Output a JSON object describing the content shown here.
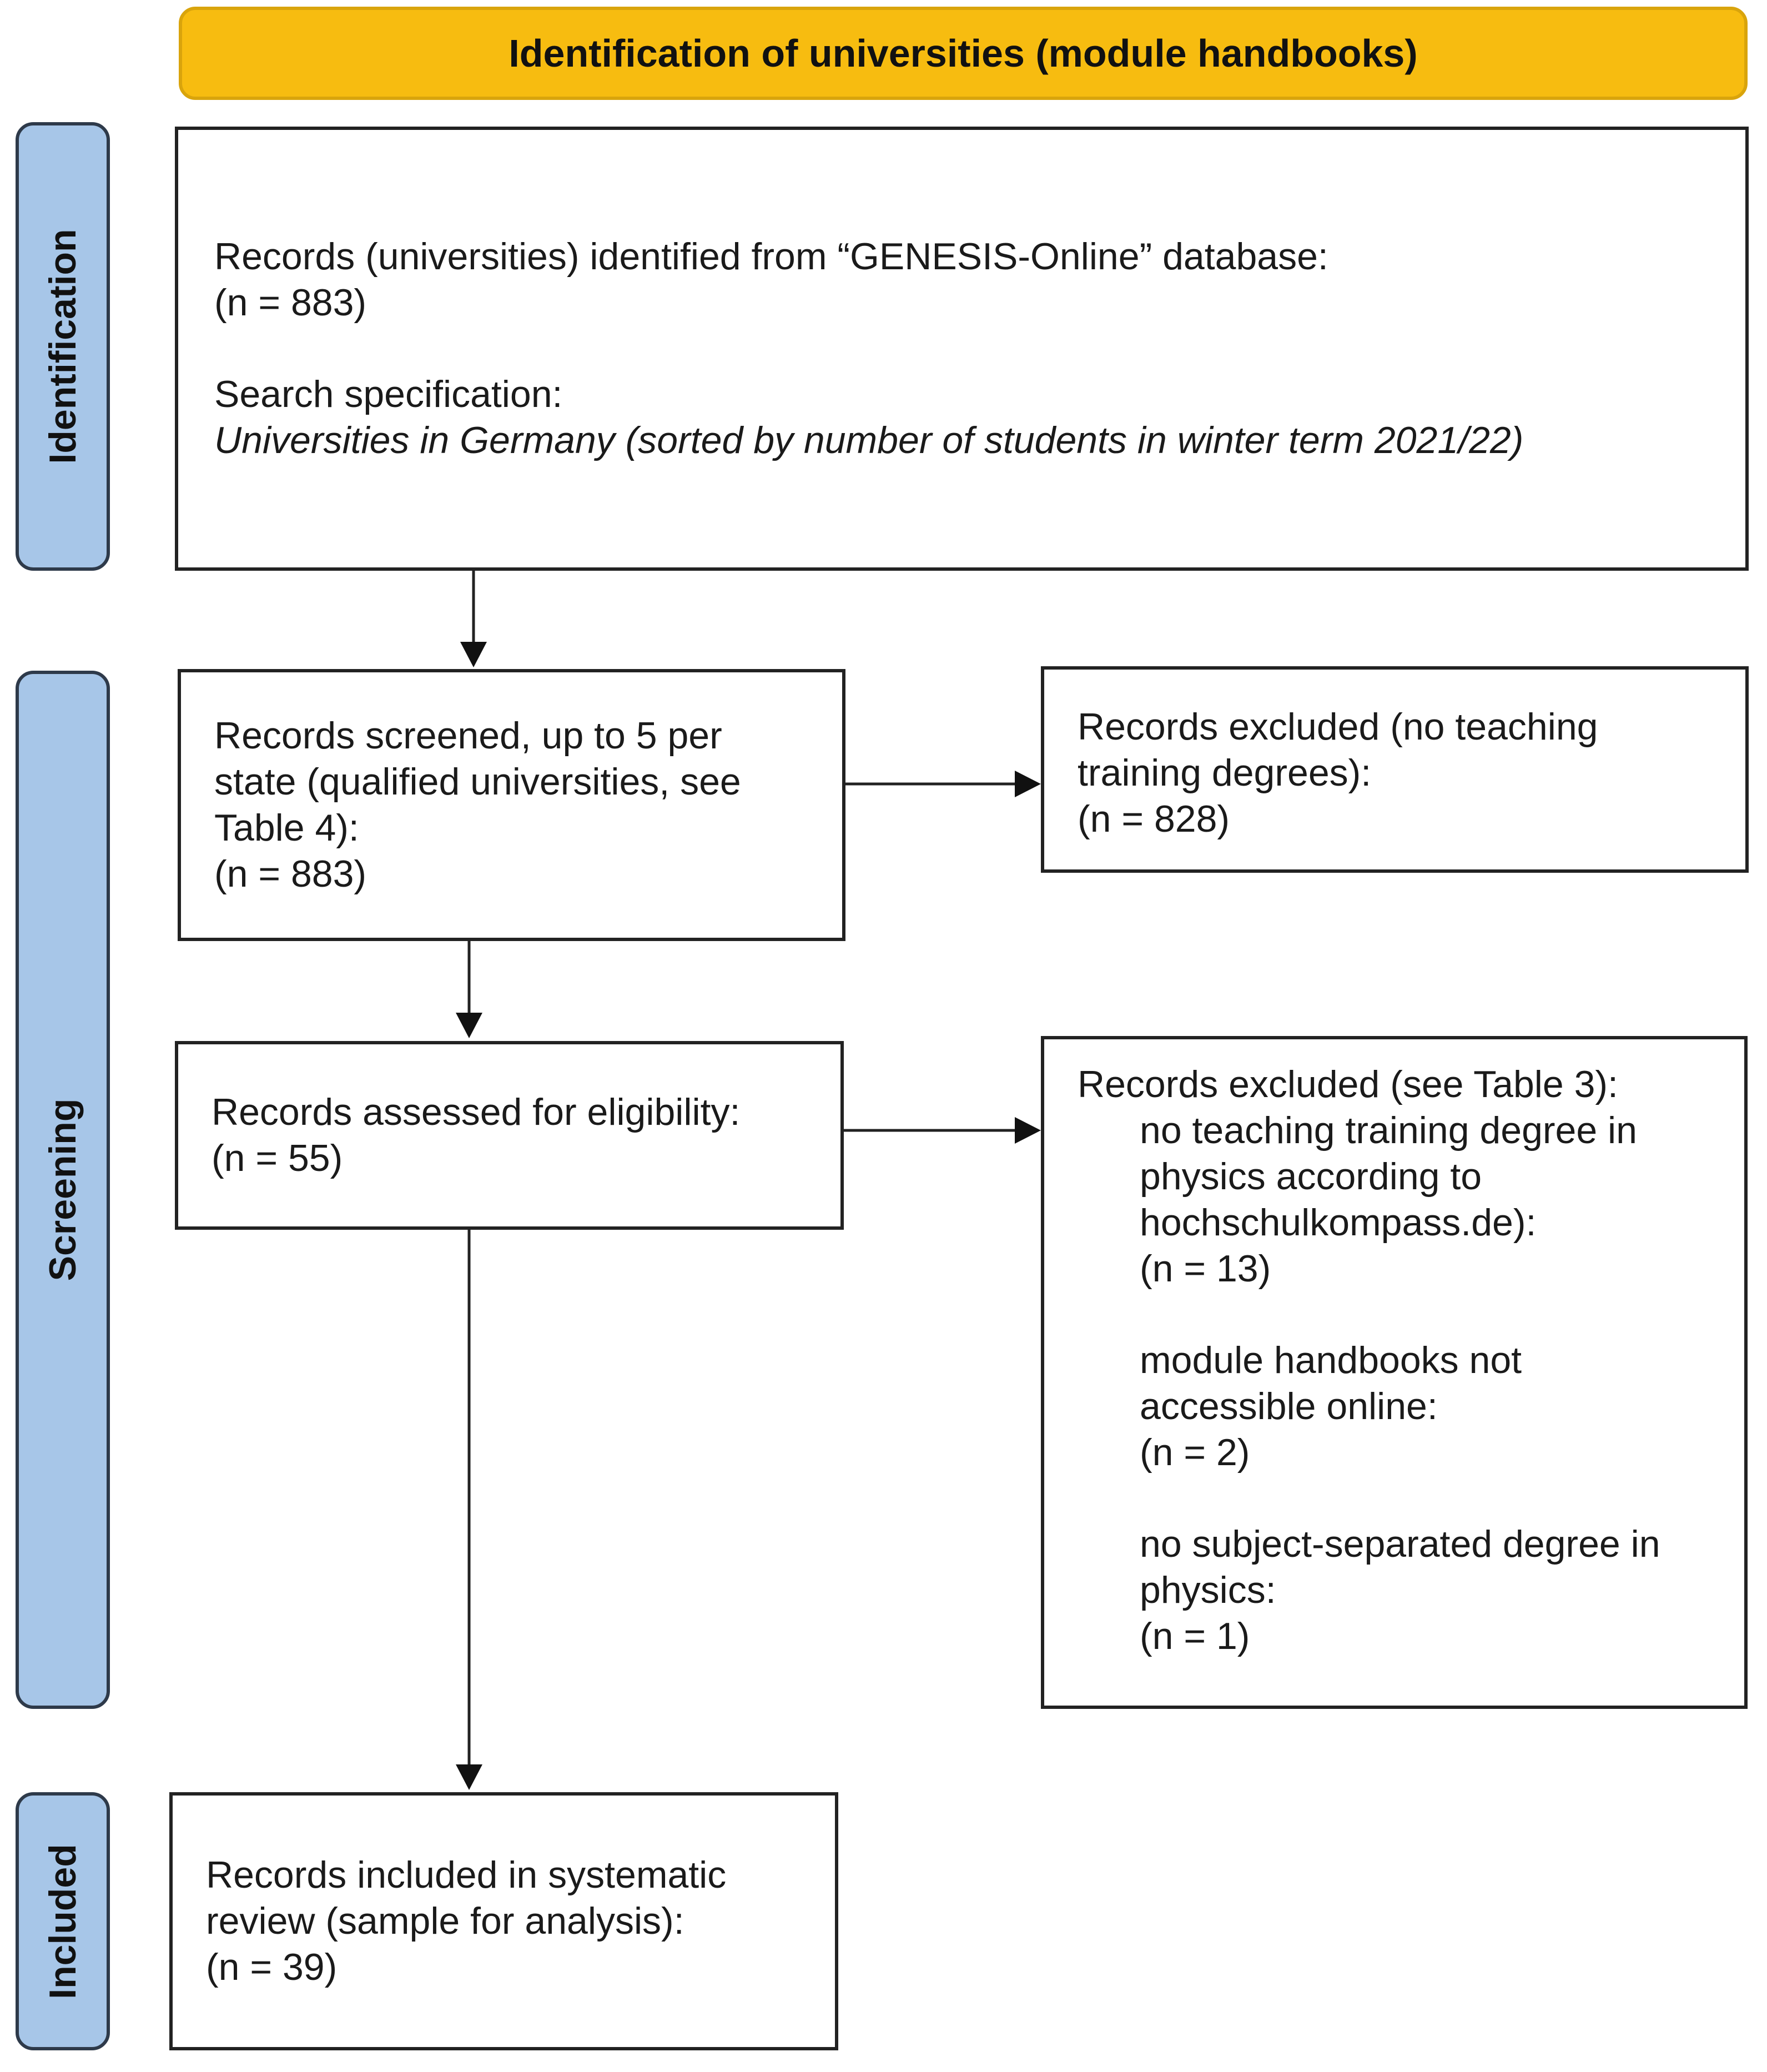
{
  "header": {
    "title": "Identification of universities (module handbooks)",
    "color": "#f7bc10"
  },
  "phases": {
    "identification": "Identification",
    "screening": "Screening",
    "included": "Included",
    "color": "#a7c6e8"
  },
  "identification_box": {
    "line1": "Records (universities) identified from “GENESIS-Online” database:",
    "line2": "(n = 883)",
    "line3": "Search specification:",
    "line4": "Universities in Germany (sorted by number of students in winter term 2021/22)"
  },
  "screened_box": {
    "line1": "Records screened, up to 5 per",
    "line2": "state (qualified universities, see",
    "line3": "Table 4):",
    "line4": "(n = 883)"
  },
  "excluded_box_1": {
    "line1": "Records excluded (no teaching",
    "line2": "training degrees):",
    "line3": "(n = 828)"
  },
  "eligibility_box": {
    "line1": "Records assessed for eligibility:",
    "line2": "(n = 55)"
  },
  "excluded_box_2": {
    "heading": "Records excluded (see Table 3):",
    "reason1": {
      "line1": "no teaching training degree in",
      "line2": "physics according to",
      "line3": "hochschulkompass.de):",
      "count": "(n = 13)"
    },
    "reason2": {
      "line1": "module handbooks not",
      "line2": "accessible online:",
      "count": "(n = 2)"
    },
    "reason3": {
      "line1": "no subject-separated degree in",
      "line2": "physics:",
      "count": "(n = 1)"
    }
  },
  "included_box": {
    "line1": "Records included in systematic",
    "line2": "review (sample for analysis):",
    "line3": "(n = 39)"
  }
}
